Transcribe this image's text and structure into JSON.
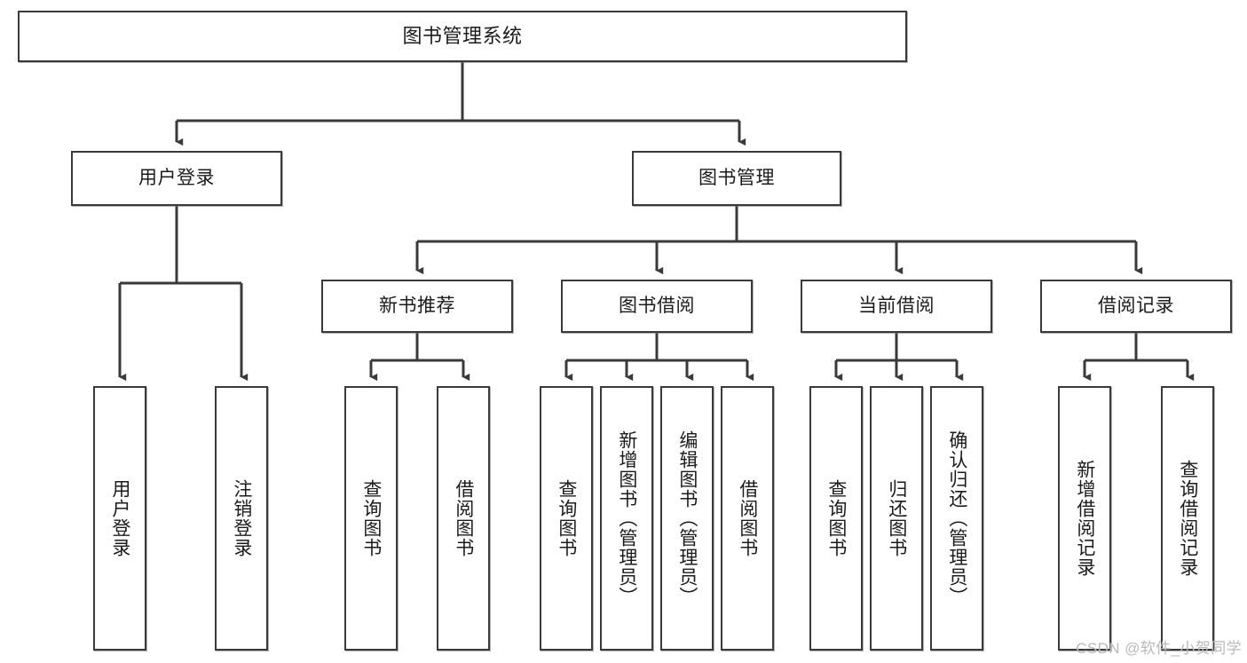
{
  "diagram": {
    "title": "图书管理系统",
    "type": "hierarchy-tree",
    "levels": 4,
    "colors": {
      "box_border": "#3a3a3a",
      "box_fill": "#ffffff",
      "connector": "#3a3a3a",
      "text": "#1b1b1b",
      "watermark": "#b9b9b9",
      "background": "#ffffff"
    },
    "root": {
      "label": "图书管理系统"
    },
    "level1": [
      {
        "label": "用户登录"
      },
      {
        "label": "图书管理"
      }
    ],
    "level2": [
      {
        "label": "新书推荐"
      },
      {
        "label": "图书借阅"
      },
      {
        "label": "当前借阅"
      },
      {
        "label": "借阅记录"
      }
    ],
    "leaves": {
      "user_login": [
        {
          "label": "用户登录"
        },
        {
          "label": "注销登录"
        }
      ],
      "new_book_recommend": [
        {
          "label": "查询图书"
        },
        {
          "label": "借阅图书"
        }
      ],
      "book_borrow": [
        {
          "label": "查询图书"
        },
        {
          "label": "新增图书（管理员）"
        },
        {
          "label": "编辑图书（管理员）"
        },
        {
          "label": "借阅图书"
        }
      ],
      "current_borrow": [
        {
          "label": "查询图书"
        },
        {
          "label": "归还图书"
        },
        {
          "label": "确认归还（管理员）"
        }
      ],
      "borrow_record": [
        {
          "label": "新增借阅记录"
        },
        {
          "label": "查询借阅记录"
        }
      ]
    }
  },
  "watermark": {
    "text": "CSDN @软件_小贺同学"
  }
}
